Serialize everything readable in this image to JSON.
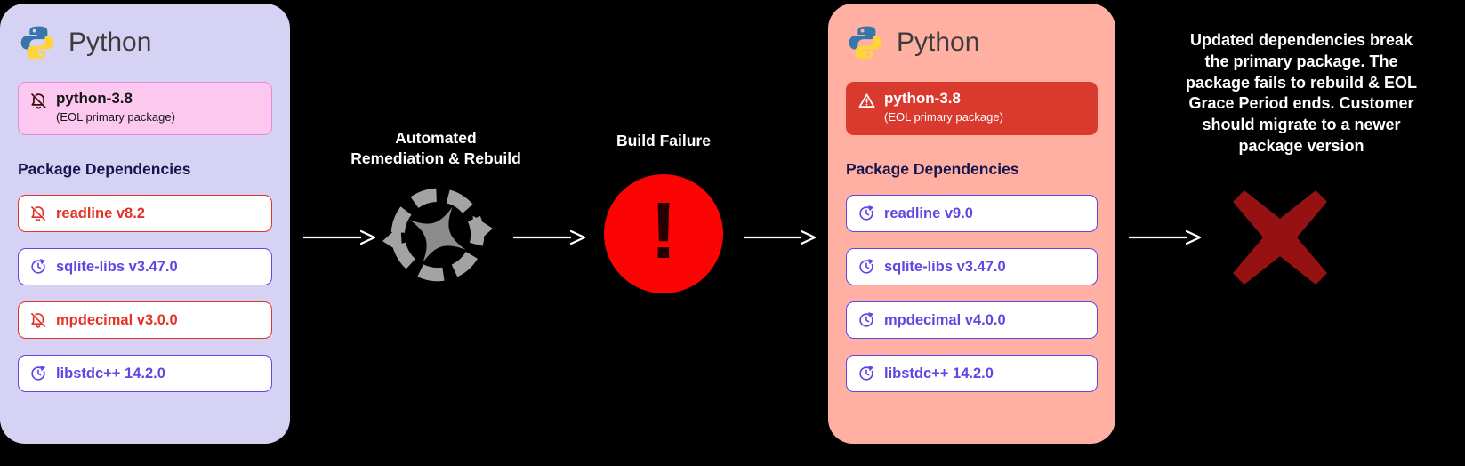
{
  "colors": {
    "background": "#000000",
    "left_panel_bg": "#d6d2f4",
    "right_panel_bg": "#ffb0a2",
    "eol_pink_bg": "#fcc8f0",
    "eol_pink_border": "#e08cd8",
    "eol_red_bg": "#d93a2d",
    "outdated_red": "#e33226",
    "updated_purple": "#6246e3",
    "heading_navy": "#15154e",
    "flow_text_white": "#ffffff",
    "cycle_gray": "#a3a3a3",
    "failure_red": "#fb0404",
    "x_dark_red": "#961212",
    "python_blue": "#3776ab",
    "python_yellow": "#ffd43b"
  },
  "left_panel": {
    "logo_icon": "python-logo-icon",
    "title": "Python",
    "primary_package": {
      "icon": "bell-slash-icon",
      "name": "python-3.8",
      "subtitle": "(EOL primary package)",
      "state": "eol"
    },
    "dependencies_heading": "Package Dependencies",
    "dependencies": [
      {
        "icon": "bell-slash-icon",
        "label": "readline v8.2",
        "state": "outdated"
      },
      {
        "icon": "clock-refresh-icon",
        "label": "sqlite-libs v3.47.0",
        "state": "updated"
      },
      {
        "icon": "bell-slash-icon",
        "label": "mpdecimal v3.0.0",
        "state": "outdated"
      },
      {
        "icon": "clock-refresh-icon",
        "label": "libstdc++ 14.2.0",
        "state": "updated"
      }
    ]
  },
  "flow": {
    "arrow_icon": "arrow-right-icon",
    "remediation": {
      "icon": "cycle-sparkle-icon",
      "label": "Automated Remediation & Rebuild",
      "label_lines": [
        "Automated",
        "Remediation & Rebuild"
      ]
    },
    "build_failure": {
      "icon": "error-exclamation-icon",
      "label": "Build Failure",
      "exclamation": "!"
    }
  },
  "right_panel": {
    "logo_icon": "python-logo-icon",
    "title": "Python",
    "primary_package": {
      "icon": "warning-triangle-icon",
      "name": "python-3.8",
      "subtitle": "(EOL primary package)",
      "state": "failed"
    },
    "dependencies_heading": "Package Dependencies",
    "dependencies": [
      {
        "icon": "clock-refresh-icon",
        "label": "readline v9.0",
        "state": "updated"
      },
      {
        "icon": "clock-refresh-icon",
        "label": "sqlite-libs v3.47.0",
        "state": "updated"
      },
      {
        "icon": "clock-refresh-icon",
        "label": "mpdecimal v4.0.0",
        "state": "updated"
      },
      {
        "icon": "clock-refresh-icon",
        "label": "libstdc++ 14.2.0",
        "state": "updated"
      }
    ]
  },
  "outcome": {
    "icon": "x-mark-icon",
    "text": "Updated dependencies break the primary package. The package fails to rebuild & EOL Grace Period ends. Customer should migrate to a newer package version",
    "lines": [
      "Updated dependencies break",
      "the primary package. The",
      "package fails to rebuild & EOL",
      "Grace Period ends. Customer",
      "should migrate to a newer",
      "package version"
    ]
  }
}
